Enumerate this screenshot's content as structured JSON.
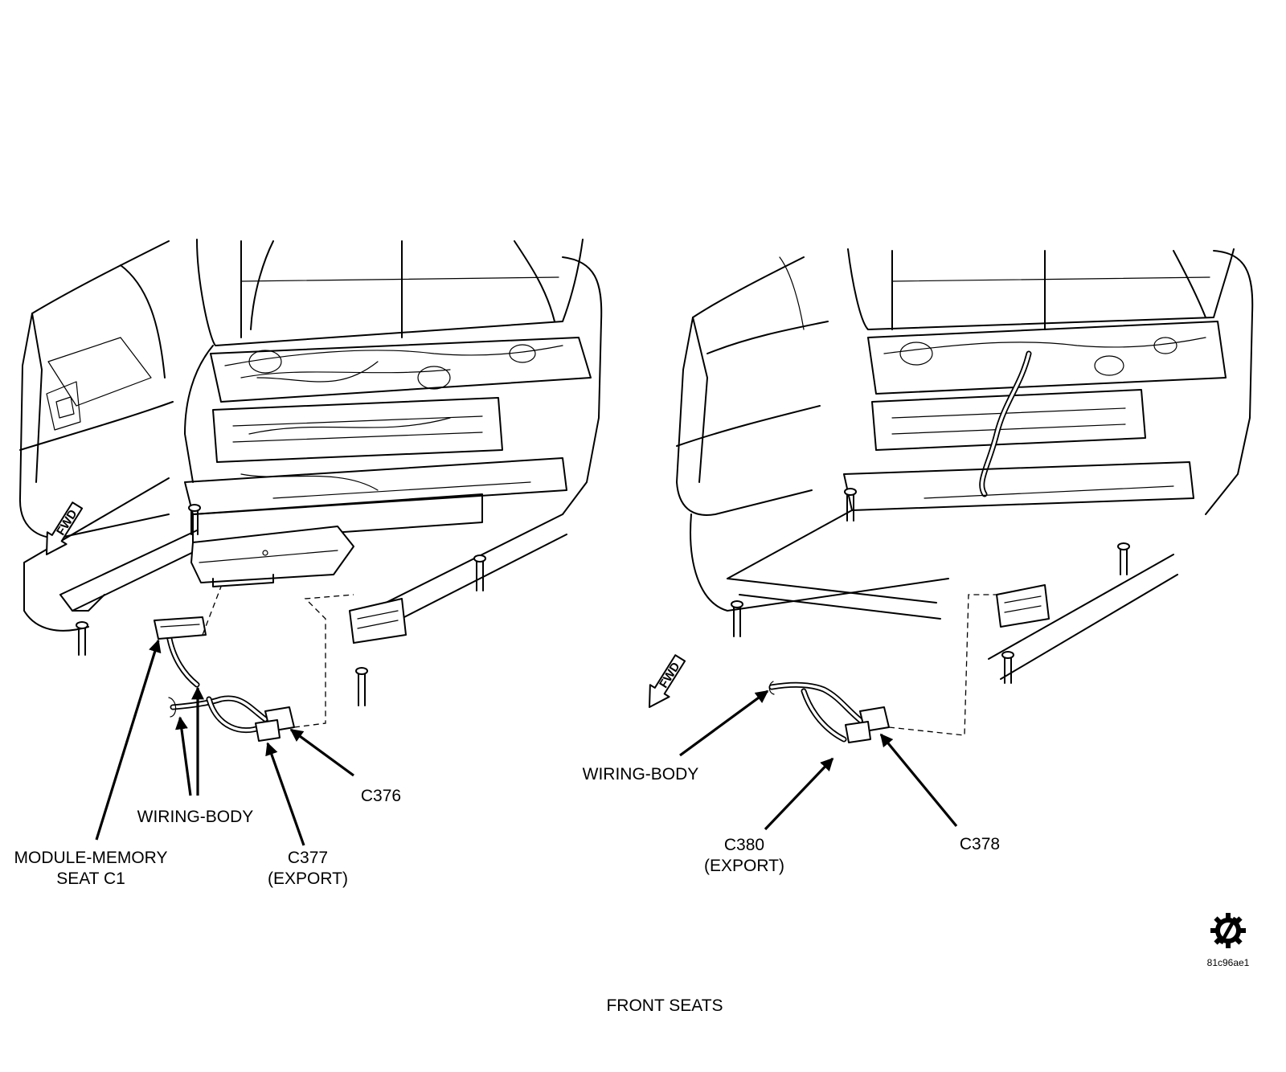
{
  "caption": "FRONT SEATS",
  "image_code": "81c96ae1",
  "fwd_label": "FWD",
  "left_seat": {
    "labels": {
      "module_line1": "MODULE-MEMORY",
      "module_line2": "SEAT C1",
      "wiring_body": "WIRING-BODY",
      "c377_line1": "C377",
      "c377_line2": "(EXPORT)",
      "c376": "C376"
    }
  },
  "right_seat": {
    "labels": {
      "wiring_body": "WIRING-BODY",
      "c380_line1": "C380",
      "c380_line2": "(EXPORT)",
      "c378": "C378"
    }
  },
  "icons": {
    "logo": "gear-slash-icon",
    "direction": "forward-arrow-icon"
  },
  "colors": {
    "ink": "#000000",
    "paper": "#ffffff"
  }
}
